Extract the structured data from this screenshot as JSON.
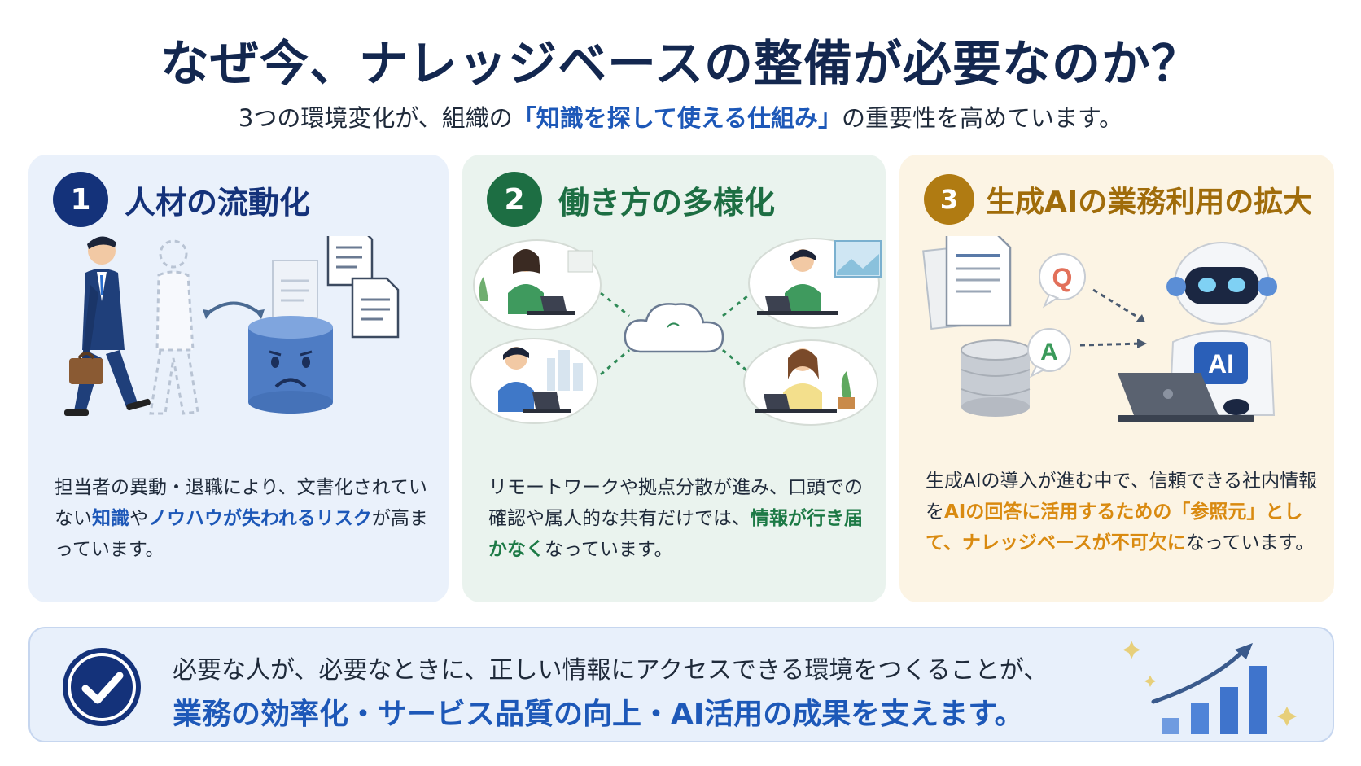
{
  "header": {
    "title": "なぜ今、ナレッジベースの整備が必要なのか？",
    "subtitle_prefix": "3つの環境変化が、組織の",
    "subtitle_highlight": "「知識を探して使える仕組み」",
    "subtitle_suffix": "の重要性を高めています。"
  },
  "cards": [
    {
      "number": "1",
      "title": "人材の流動化",
      "body": {
        "t1": "担当者の異動・退職により、文書化されていない",
        "h1": "知識",
        "t2": "や",
        "h2": "ノウハウが失われるリスク",
        "t3": "が高まっています。"
      }
    },
    {
      "number": "2",
      "title": "働き方の多様化",
      "body": {
        "t1": "リモートワークや拠点分散が進み、口頭での確認や属人的な共有だけでは、",
        "h1": "情報が行き届かなく",
        "t2": "なっています。"
      }
    },
    {
      "number": "3",
      "title": "生成AIの業務利用の拡大",
      "body": {
        "t1": "生成AIの導入が進む中で、信頼できる社内情報を",
        "h1": "AIの回答に活用するための「参照元」として、ナレッジベースが不可欠に",
        "t2": "なっています。"
      },
      "illustration": {
        "q_label": "Q",
        "a_label": "A",
        "ai_label": "AI"
      }
    }
  ],
  "footer": {
    "line1": "必要な人が、必要なときに、正しい情報にアクセスできる環境をつくることが、",
    "line2": "業務の効率化・サービス品質の向上・AI活用の成果を支えます。"
  },
  "colors": {
    "navy": "#14327a",
    "green": "#1d6e43",
    "gold": "#b07b12",
    "accent_blue": "#1d58b8",
    "accent_orange": "#d98a10"
  },
  "icons": [
    "person-walking-icon",
    "document-icon",
    "database-sad-icon",
    "cloud-icon",
    "laptop-icon",
    "robot-icon",
    "checkmark-icon",
    "growth-chart-icon",
    "sparkle-icon"
  ]
}
